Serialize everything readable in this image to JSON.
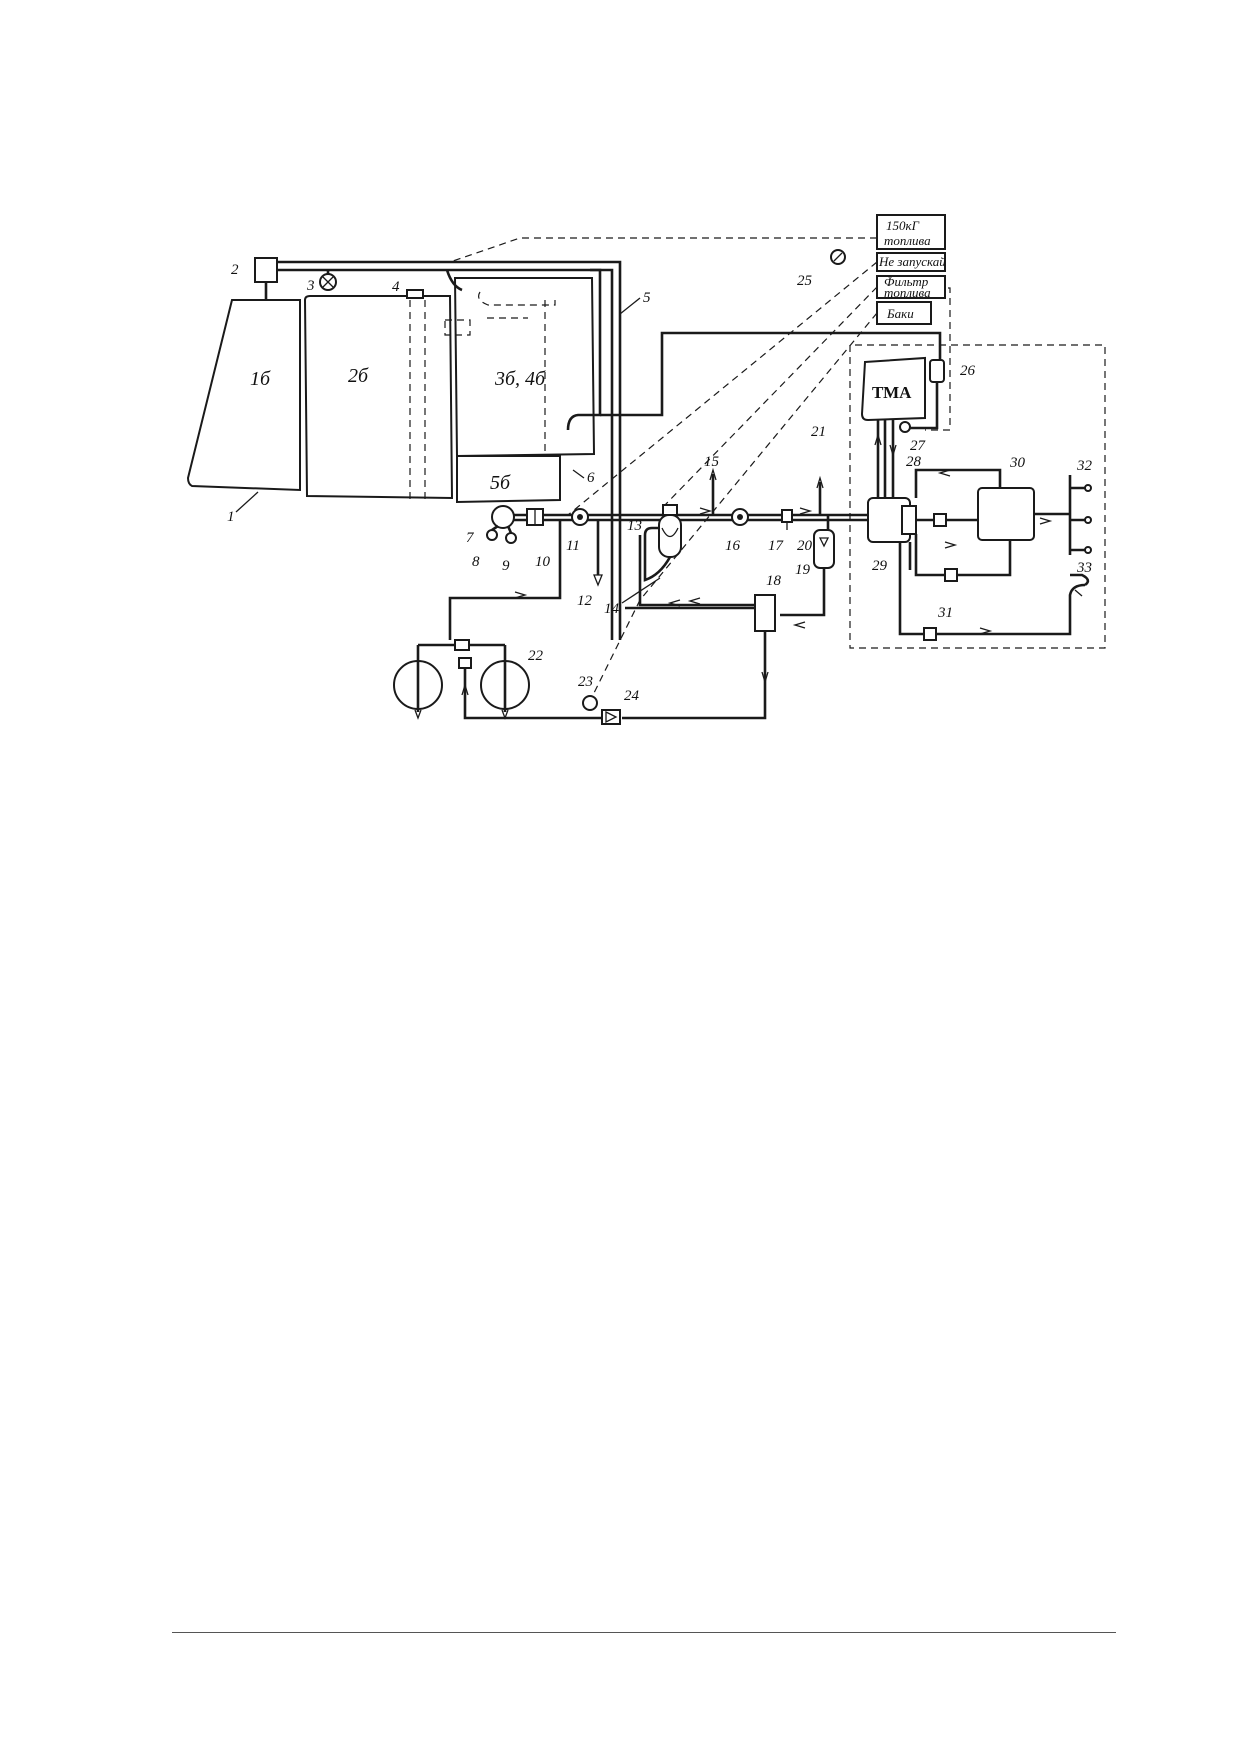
{
  "tanks": {
    "t1": "1б",
    "t2": "2б",
    "t34": "3б, 4б",
    "t5": "5б"
  },
  "signals": {
    "fuel150_l1": "150кГ",
    "fuel150_l2": "топлива",
    "no_start": "Не запускай",
    "filter_l1": "Фильтр",
    "filter_l2": "топлива",
    "tanks": "Баки"
  },
  "engine_unit": "ТМА",
  "labels": {
    "n1": "1",
    "n2": "2",
    "n3": "3",
    "n4": "4",
    "n5": "5",
    "n6": "6",
    "n7": "7",
    "n8": "8",
    "n9": "9",
    "n10": "10",
    "n11": "11",
    "n12": "12",
    "n13": "13",
    "n14": "14",
    "n15": "15",
    "n16": "16",
    "n17": "17",
    "n18": "18",
    "n19": "19",
    "n20": "20",
    "n21": "21",
    "n22": "22",
    "n23": "23",
    "n24": "24",
    "n25": "25",
    "n26": "26",
    "n27": "27",
    "n28": "28",
    "n29": "29",
    "n30": "30",
    "n31": "31",
    "n32": "32",
    "n33": "33"
  }
}
